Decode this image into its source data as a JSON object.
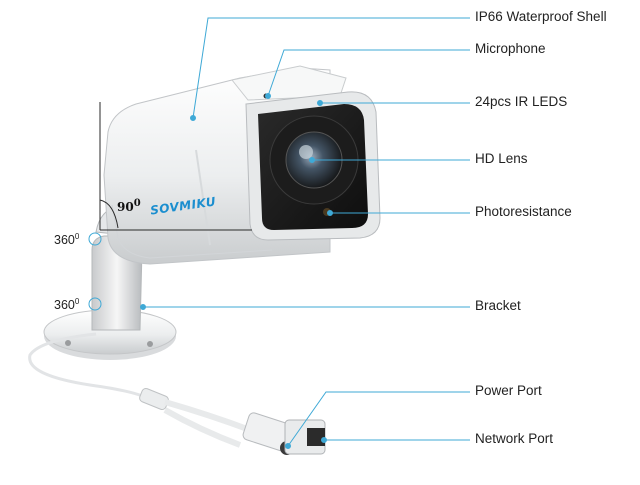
{
  "callouts": {
    "shell": "IP66 Waterproof Shell",
    "microphone": "Microphone",
    "ir_leds": "24pcs IR LEDS",
    "lens": "HD Lens",
    "photoresistance": "Photoresistance",
    "bracket": "Bracket",
    "power_port": "Power Port",
    "network_port": "Network Port"
  },
  "rotation": {
    "tilt": "90",
    "tilt_sup": "0",
    "pan_upper": "360",
    "pan_upper_sup": "0",
    "pan_lower": "360",
    "pan_lower_sup": "0"
  },
  "brand": "SOVMIKU",
  "colors": {
    "callout_line": "#3fa9d6",
    "brand": "#1b8ecf",
    "housing": "#f2f3f4",
    "face": "#1a1a1a"
  }
}
